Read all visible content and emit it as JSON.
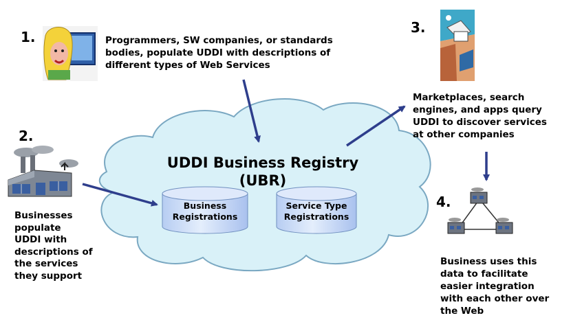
{
  "steps": {
    "s1": {
      "number": "1.",
      "lines": [
        "Programmers, SW companies, or standards",
        "bodies, populate UDDI with descriptions of",
        "different types of Web Services"
      ]
    },
    "s2": {
      "number": "2.",
      "lines": [
        "Businesses",
        "populate",
        "UDDI with",
        "descriptions of",
        "the services",
        "they support"
      ]
    },
    "s3": {
      "number": "3.",
      "lines": [
        "Marketplaces, search",
        "engines, and apps query",
        "UDDI to discover services",
        "at other companies"
      ]
    },
    "s4": {
      "number": "4.",
      "lines": [
        "Business uses this",
        "data to facilitate",
        "easier integration",
        "with each other over",
        "the Web"
      ]
    }
  },
  "registry": {
    "title_line1": "UDDI Business Registry",
    "title_line2": "(UBR)",
    "db1": [
      "Business",
      "Registrations"
    ],
    "db2": [
      "Service Type",
      "Registrations"
    ]
  },
  "colors": {
    "cloud_fill": "#d9f1f8",
    "cloud_stroke": "#7aa8c2",
    "arrow": "#2e3e8c",
    "cylinder": "#c9daf8"
  },
  "icons": [
    "programmer-clipart-icon",
    "factory-icon",
    "marketplace-clipart-icon",
    "network-triangle-icon"
  ]
}
